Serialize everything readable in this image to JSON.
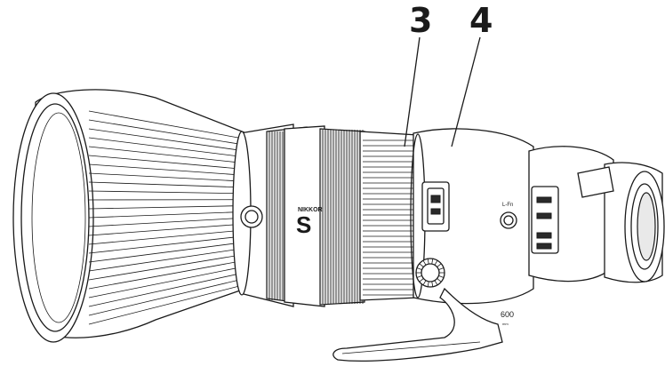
{
  "callouts": [
    {
      "id": "3",
      "label": "3"
    },
    {
      "id": "4",
      "label": "4"
    }
  ],
  "lens_markings": {
    "brand": "NIKKOR",
    "series": "S",
    "focal_length": "600",
    "focal_unit": "mm",
    "button_label": "L-Fn"
  },
  "colors": {
    "line": "#1a1a1a",
    "background": "#ffffff"
  }
}
